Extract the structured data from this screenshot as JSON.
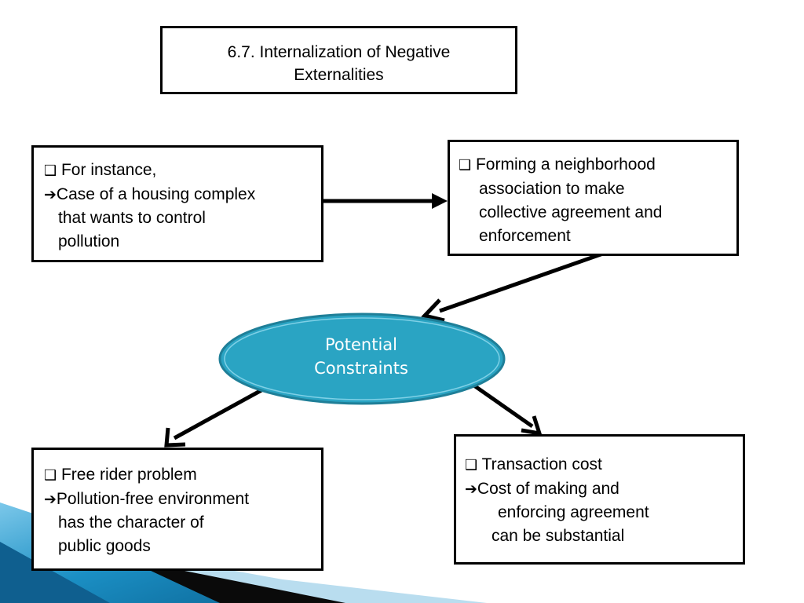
{
  "title": {
    "line1": "6.7. Internalization of  Negative",
    "line2": "Externalities"
  },
  "box_example": {
    "item1": "For instance,",
    "item2_line1": "Case of a housing complex",
    "item2_line2": "that wants to control",
    "item2_line3": "pollution"
  },
  "box_association": {
    "line1": "Forming a neighborhood",
    "line2": "association to make",
    "line3": "collective agreement and",
    "line4": "enforcement"
  },
  "center": {
    "line1": "Potential",
    "line2": "Constraints"
  },
  "box_free_rider": {
    "item1": "Free rider problem",
    "item2_line1": "Pollution-free environment",
    "item2_line2": "has the character of",
    "item2_line3": "public goods"
  },
  "box_transaction": {
    "item1": "Transaction cost",
    "item2_line1": "Cost of making and",
    "item2_line2": "enforcing agreement",
    "item2_line3": "can be substantial"
  },
  "icons": {
    "bullet": "checkbox-bullet-icon",
    "arrow": "right-arrow-icon"
  },
  "colors": {
    "ellipse_fill": "#2aa4c3",
    "ellipse_stroke": "#1f7f98",
    "deco_blue": "#1b8fc4"
  }
}
